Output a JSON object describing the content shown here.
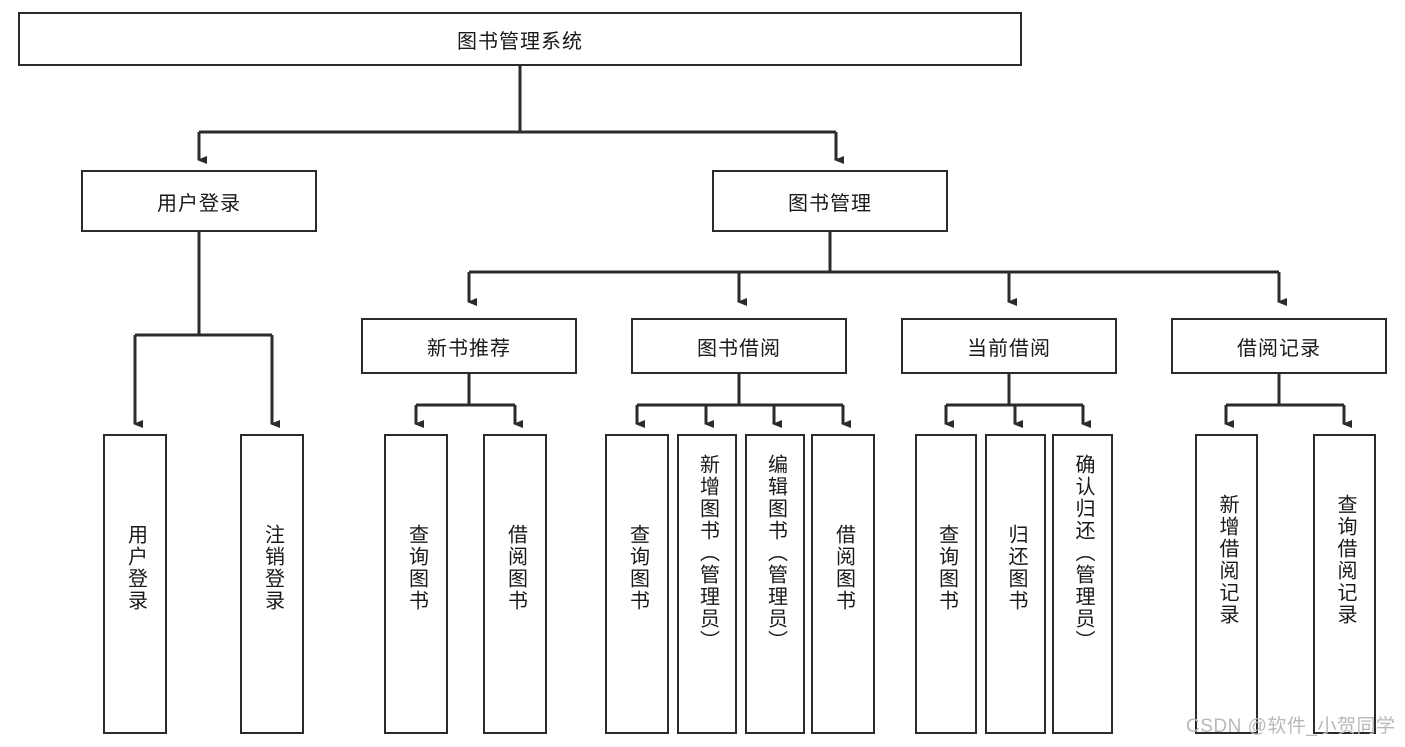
{
  "diagram": {
    "title": "图书管理系统",
    "type": "tree",
    "root": {
      "label": "图书管理系统"
    },
    "level2": [
      {
        "label": "用户登录"
      },
      {
        "label": "图书管理"
      }
    ],
    "level3": [
      {
        "label": "新书推荐"
      },
      {
        "label": "图书借阅"
      },
      {
        "label": "当前借阅"
      },
      {
        "label": "借阅记录"
      }
    ],
    "groups": [
      {
        "parent": "用户登录",
        "leaves": [
          {
            "label": "用户登录"
          },
          {
            "label": "注销登录"
          }
        ]
      },
      {
        "parent": "新书推荐",
        "leaves": [
          {
            "label": "查询图书"
          },
          {
            "label": "借阅图书"
          }
        ]
      },
      {
        "parent": "图书借阅",
        "leaves": [
          {
            "label": "查询图书"
          },
          {
            "label": "新增图书（管理员）"
          },
          {
            "label": "编辑图书（管理员）"
          },
          {
            "label": "借阅图书"
          }
        ]
      },
      {
        "parent": "当前借阅",
        "leaves": [
          {
            "label": "查询图书"
          },
          {
            "label": "归还图书"
          },
          {
            "label": "确认归还（管理员）"
          }
        ]
      },
      {
        "parent": "借阅记录",
        "leaves": [
          {
            "label": "新增借阅记录"
          },
          {
            "label": "查询借阅记录"
          }
        ]
      }
    ]
  },
  "watermark": {
    "text": "CSDN @软件_小贺同学"
  },
  "colors": {
    "stroke": "#2b2b2b",
    "background": "#ffffff",
    "text": "#1a1a1a",
    "watermark": "#b9b9b9"
  }
}
